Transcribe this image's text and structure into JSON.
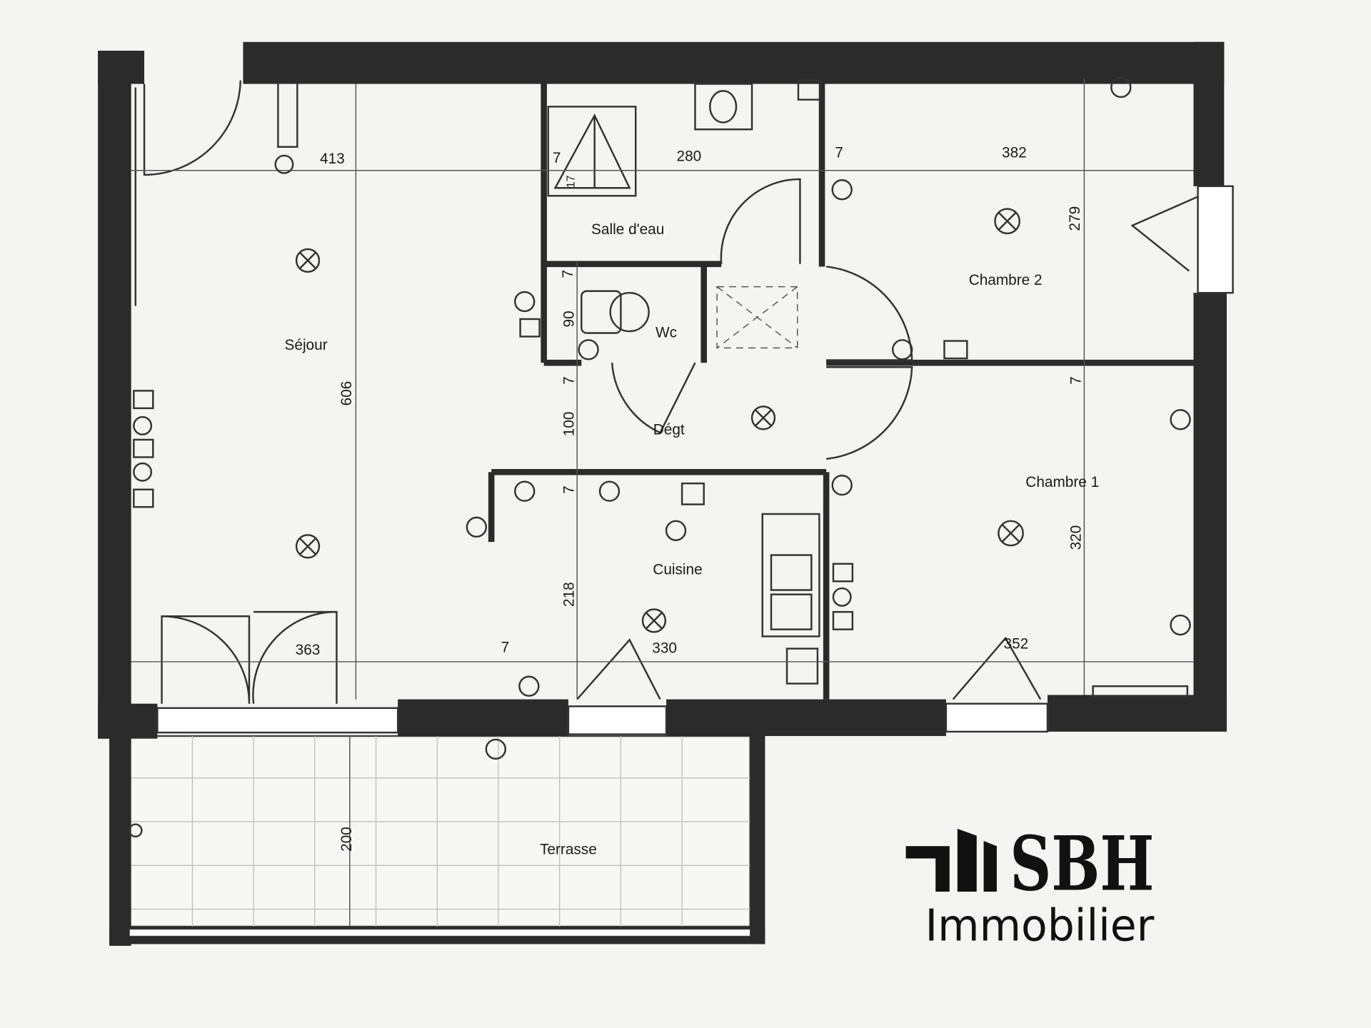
{
  "rooms": {
    "sejour": "Séjour",
    "salle_deau": "Salle d'eau",
    "wc": "Wc",
    "degt": "Dégt",
    "chambre2": "Chambre 2",
    "chambre1": "Chambre 1",
    "cuisine": "Cuisine",
    "terrasse": "Terrasse"
  },
  "dimensions": {
    "sejour_width_top": "413",
    "sdb_width": "280",
    "ch2_width": "382",
    "ch2_depth": "279",
    "sejour_depth": "606",
    "wc_depth": "90",
    "degt_depth": "100",
    "cuisine_depth": "218",
    "ch1_depth": "320",
    "sejour_width_bottom": "363",
    "cuisine_width": "330",
    "ch1_width": "352",
    "terrasse_depth": "200",
    "wall_7a": "7",
    "wall_7b": "7",
    "wall_7c": "7",
    "wall_7d": "7",
    "wall_7e": "7",
    "wall_7f": "7",
    "wall_7g": "7",
    "shower_17": "17"
  },
  "logo": {
    "name": "SBH",
    "subtitle": "Immobilier"
  }
}
